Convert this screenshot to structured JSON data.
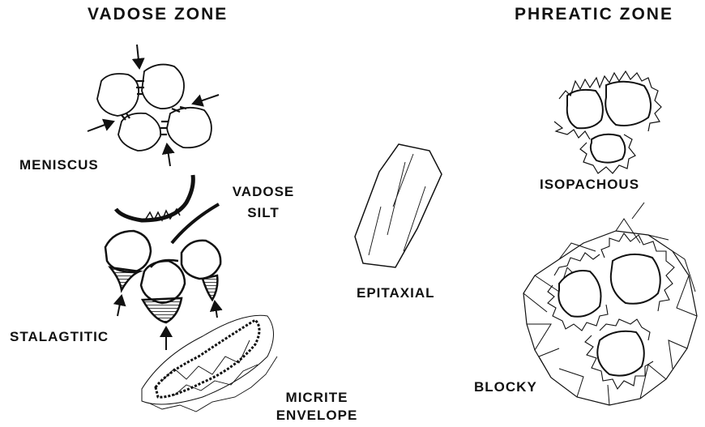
{
  "headers": {
    "vadose": "VADOSE ZONE",
    "phreatic": "PHREATIC ZONE"
  },
  "labels": {
    "meniscus": "MENISCUS",
    "vadose_silt_1": "VADOSE",
    "vadose_silt_2": "SILT",
    "stalagtitic": "STALAGTITIC",
    "micrite_1": "MICRITE",
    "micrite_2": "ENVELOPE",
    "epitaxial": "EPITAXIAL",
    "isopachous": "ISOPACHOUS",
    "blocky": "BLOCKY"
  },
  "colors": {
    "ink": "#111111",
    "paper": "#ffffff"
  }
}
